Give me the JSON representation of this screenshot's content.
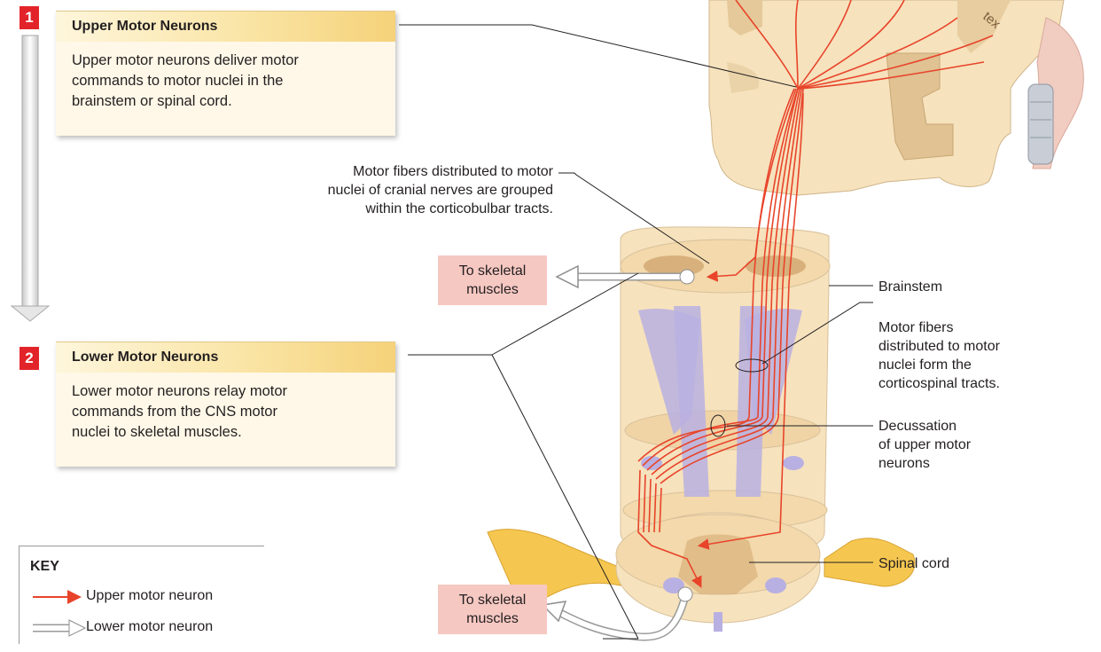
{
  "steps": [
    {
      "number": "1",
      "title": "Upper Motor Neurons",
      "lines": [
        "Upper motor neurons deliver motor",
        "commands to motor nuclei in the",
        "brainstem or spinal cord."
      ]
    },
    {
      "number": "2",
      "title": "Lower Motor Neurons",
      "lines": [
        "Lower motor neurons relay motor",
        "commands from the CNS motor",
        "nuclei to skeletal muscles."
      ]
    }
  ],
  "labels": {
    "corticobulbar": [
      "Motor fibers distributed to motor",
      "nuclei of cranial nerves are grouped",
      "within the corticobulbar tracts."
    ],
    "brainstem": "Brainstem",
    "corticospinal": [
      "Motor fibers",
      "distributed to motor",
      "nuclei form the",
      "corticospinal tracts."
    ],
    "decussation": [
      "Decussation",
      "of upper motor",
      "neurons"
    ],
    "spinal_cord": "Spinal cord",
    "cortex_fragment": "tex",
    "to_muscles_upper": [
      "To skeletal",
      "muscles"
    ],
    "to_muscles_lower": [
      "To skeletal",
      "muscles"
    ]
  },
  "key": {
    "title": "KEY",
    "upper": "Upper motor neuron",
    "lower": "Lower motor neuron"
  },
  "colors": {
    "upper_neuron": "#e8442a",
    "lower_neuron": "#ffffff",
    "tissue": "#f6e2bd",
    "tract": "#b8b0e2",
    "gray_matter": "#d8b07c",
    "nerve": "#f6c750",
    "step_badge": "#e2242a",
    "muscle_box": "#f6c8c2"
  }
}
